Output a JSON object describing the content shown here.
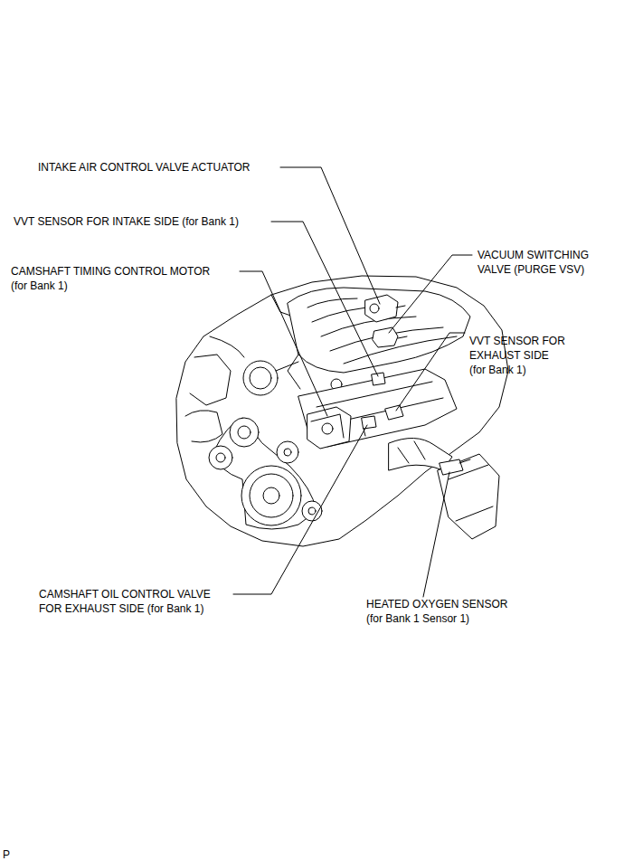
{
  "diagram": {
    "labels": [
      "INTAKE AIR CONTROL VALVE ACTUATOR",
      "VVT SENSOR FOR INTAKE SIDE (for Bank 1)",
      "CAMSHAFT TIMING CONTROL MOTOR (for Bank 1)",
      "VACUUM SWITCHING VALVE (PURGE VSV)",
      "VVT SENSOR FOR EXHAUST SIDE (for Bank 1)",
      "CAMSHAFT OIL CONTROL VALVE FOR EXHAUST SIDE (for Bank 1)",
      "HEATED OXYGEN SENSOR (for Bank 1 Sensor 1)",
      "P"
    ]
  }
}
